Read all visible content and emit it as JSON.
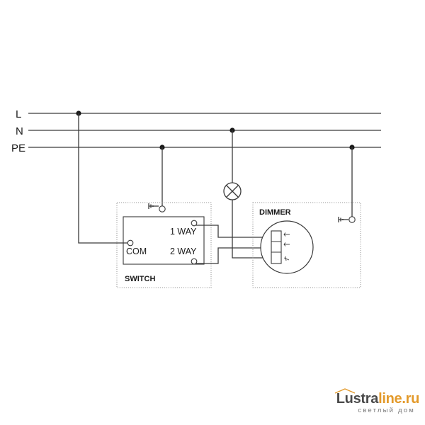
{
  "diagram": {
    "bus_labels": {
      "l": "L",
      "n": "N",
      "pe": "PE"
    },
    "switch": {
      "title": "SWITCH",
      "terminal_com": "COM",
      "terminal_1way": "1 WAY",
      "terminal_2way": "2 WAY"
    },
    "dimmer": {
      "title": "DIMMER"
    }
  },
  "watermark": {
    "brand_part1": "Lustra",
    "brand_part2": "line.ru",
    "tagline": "светлый дом"
  },
  "colors": {
    "wire": "#3a3a3a",
    "box_border": "#9a9a9a",
    "brand_orange": "#e39a2b",
    "brand_gray": "#4a4a4a"
  }
}
